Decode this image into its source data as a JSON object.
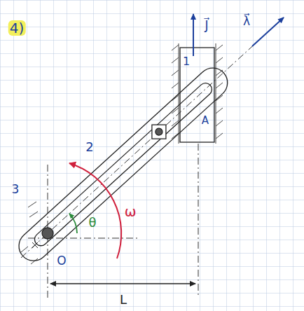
{
  "diagram": {
    "labels": [
      "4)",
      "J⃗",
      "λ⃗",
      "1",
      "A",
      "2",
      "3",
      "θ",
      "ω",
      "O",
      "L"
    ]
  }
}
